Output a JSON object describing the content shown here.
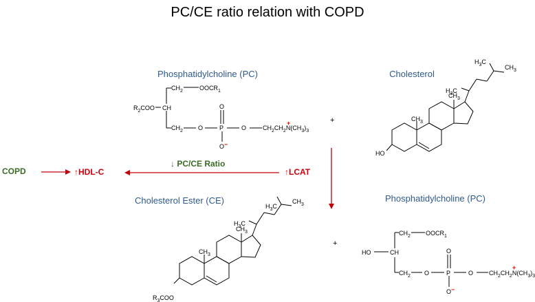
{
  "title": "PC/CE ratio relation with COPD",
  "headings": {
    "pc_top": "Phosphatidylcholine (PC)",
    "cholesterol": "Cholesterol",
    "ce": "Cholesterol Ester (CE)",
    "pc_bottom": "Phosphatidylcholine (PC)"
  },
  "pathway": {
    "copd": "COPD",
    "hdl": "↑HDL-C",
    "ratio": "↓ PC/CE Ratio",
    "lcat": "↑LCAT"
  },
  "plus_sign": "+",
  "pc_top_labels": {
    "ch2_top": "CH",
    "oocr": "OOCR",
    "r2coo": "R",
    "r2coo_rest": "COO",
    "ch": "CH",
    "ch2_bottom": "CH",
    "o1": "O",
    "p": "P",
    "o_dbl": "O",
    "o_minus": "O",
    "o2": "O",
    "chain": "CH",
    "chain2": "CH",
    "n": "N",
    "ch3": "(CH",
    "ch3_end": ")"
  },
  "pc_bottom_labels": {
    "ho": "HO",
    "ch": "CH",
    "ch2_top": "CH",
    "oocr": "OOCR",
    "ch2_bottom": "CH",
    "o1": "O",
    "p": "P",
    "o_dbl": "O",
    "o_minus": "O",
    "o2": "O",
    "chain": "CH",
    "chain2": "CH",
    "n": "N",
    "ch3": "(CH",
    "ch3_end": ")"
  },
  "chol_labels": {
    "h3c_top": "H",
    "c": "C",
    "ch3_top": "CH",
    "h3c_side": "H",
    "ch3_a": "CH",
    "ch3_b": "CH",
    "ho": "HO"
  },
  "ce_labels": {
    "h3c_top": "H",
    "c": "C",
    "ch3_top": "CH",
    "h3c_side": "H",
    "ch3_a": "CH",
    "ch3_b": "CH",
    "r3coo": "R",
    "r3coo_rest": "COO"
  },
  "subs": {
    "two": "2",
    "three": "3",
    "one": "1",
    "minus": "−",
    "plus": "+"
  },
  "colors": {
    "heading": "#2e5a8c",
    "green": "#3a6b25",
    "red": "#d0000b"
  }
}
